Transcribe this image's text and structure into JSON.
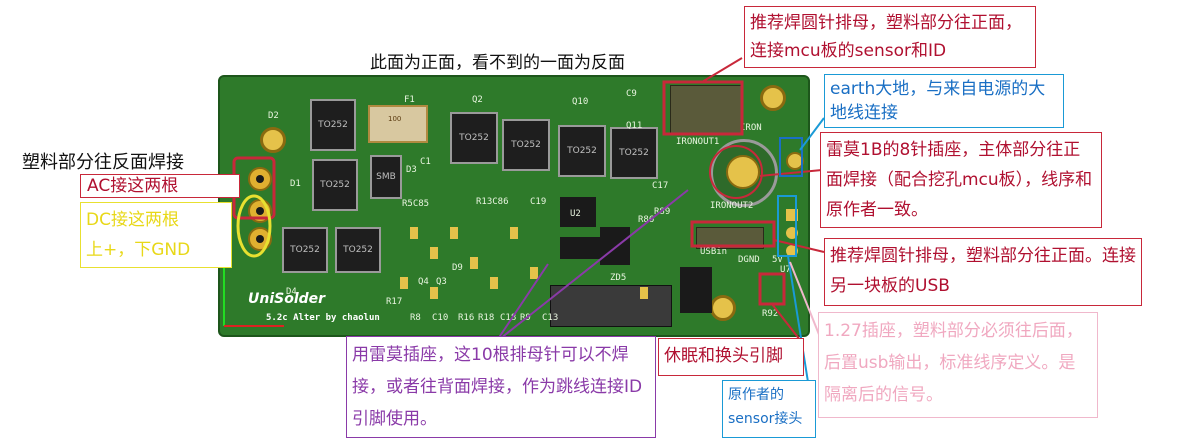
{
  "title_note": "此面为正面，看不到的一面为反面",
  "left_note": "塑料部分往反面焊接",
  "notes": {
    "ac": "AC接这两根",
    "dc_line1": "DC接这两根",
    "dc_line2": "上+，下GND",
    "top_pin": "推荐焊圆针排母，塑料部分往正面，连接mcu板的sensor和ID",
    "earth": "earth大地，与来自电源的大地线连接",
    "raymo_8pin": "雷莫1B的8针插座，主体部分往正面焊接（配合挖孔mcu板），线序和原作者一致。",
    "usb_pin": "推荐焊圆针排母，塑料部分往正面。连接另一块板的USB",
    "pitch_127": "1.27插座，塑料部分必须往后面，后置usb输出，标准线序定义。是隔离后的信号。",
    "raymo_jumper": "用雷莫插座，这10根排母针可以不焊接，或者往背面焊接，作为跳线连接ID引脚使用。",
    "sleep": "休眠和换头引脚",
    "sensor_author": "原作者的sensor接头"
  },
  "pcb": {
    "logo": "UniSolder",
    "credit": "5.2c Alter by chaolun",
    "labels": [
      "D2",
      "F1",
      "Q2",
      "Q10",
      "C9",
      "Q11",
      "IRON",
      "IRONOUT1",
      "IRONOUT2",
      "D1",
      "C1",
      "D3",
      "D4",
      "R5C85",
      "R13C86",
      "C19",
      "U2",
      "ZD5",
      "R86",
      "R89",
      "USBin",
      "R92",
      "DGND",
      "5V",
      "U7",
      "R8",
      "C10",
      "R16",
      "R18",
      "C18",
      "R9",
      "C13",
      "C17",
      "Q4",
      "Q3",
      "R17",
      "D9"
    ],
    "component_text": {
      "to252": "TO252",
      "smb": "SMB",
      "fuse": "100"
    }
  },
  "colors": {
    "red": "#c8283a",
    "blue": "#1a9ad6",
    "yellow": "#e8e030",
    "purple": "#8a3aa8",
    "pink": "#f0b8cc",
    "pcb_green": "#2e7a2a"
  }
}
